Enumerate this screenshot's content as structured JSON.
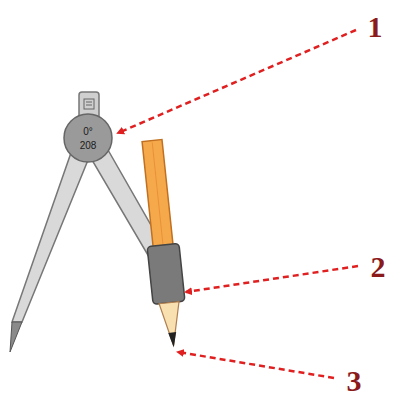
{
  "diagram": {
    "labels": [
      "1",
      "2",
      "3",
      "0°",
      "208"
    ]
  }
}
